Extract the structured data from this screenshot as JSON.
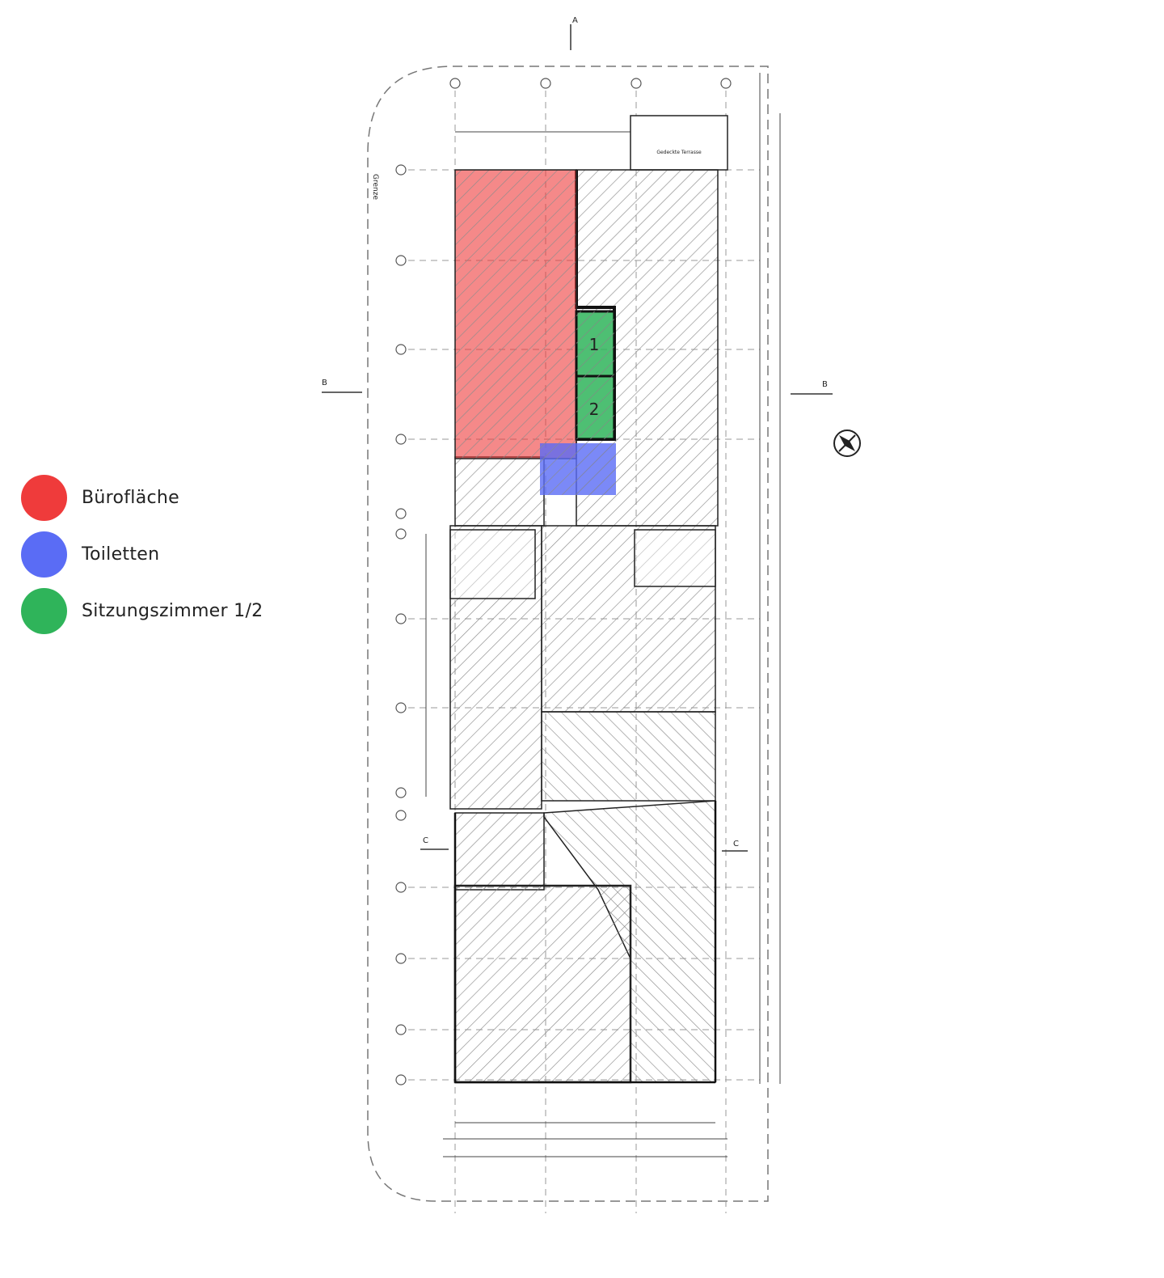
{
  "legend": [
    {
      "label": "Bürofläche",
      "color": "#ef3b3b"
    },
    {
      "label": "Toiletten",
      "color": "#5a6cf5"
    },
    {
      "label": "Sitzungszimmer 1/2",
      "color": "#2fb45a"
    }
  ],
  "plan": {
    "rooms": {
      "meeting_1": "1",
      "meeting_2": "2"
    },
    "section_markers": {
      "a_top": "A",
      "b_left": "B",
      "b_right": "B",
      "c_left": "C",
      "c_right": "C"
    },
    "boundary_label": "Grenze",
    "terrace_label": "Gedeckte Terrasse"
  },
  "colors": {
    "office": "#ef3b3b",
    "toilets": "#5a6cf5",
    "meeting": "#2fb45a",
    "hatch": "#9a9a9a",
    "wall": "#111111"
  }
}
